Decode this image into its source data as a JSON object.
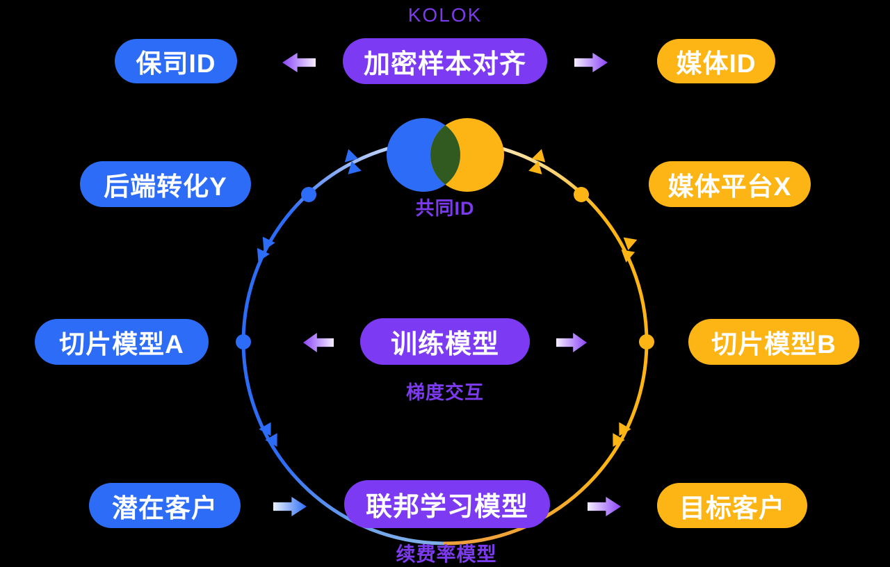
{
  "title": "KOLOK",
  "nodes": {
    "insurer_id": "保司ID",
    "encrypt_align": "加密样本对齐",
    "media_id": "媒体ID",
    "backend_conversion": "后端转化Y",
    "media_platform": "媒体平台X",
    "common_id": "共同ID",
    "slice_model_a": "切片模型A",
    "train_model": "训练模型",
    "gradient_interaction": "梯度交互",
    "slice_model_b": "切片模型B",
    "potential_customers": "潜在客户",
    "federated_model": "联邦学习模型",
    "renewal_model": "续费率模型",
    "target_customers": "目标客户"
  },
  "colors": {
    "blue": "#2D6CF6",
    "yellow": "#FCB514",
    "purple": "#7C3BF2",
    "purple_text": "#7C3AED",
    "venn_overlap_green": "#315A20",
    "background": "#000000"
  }
}
